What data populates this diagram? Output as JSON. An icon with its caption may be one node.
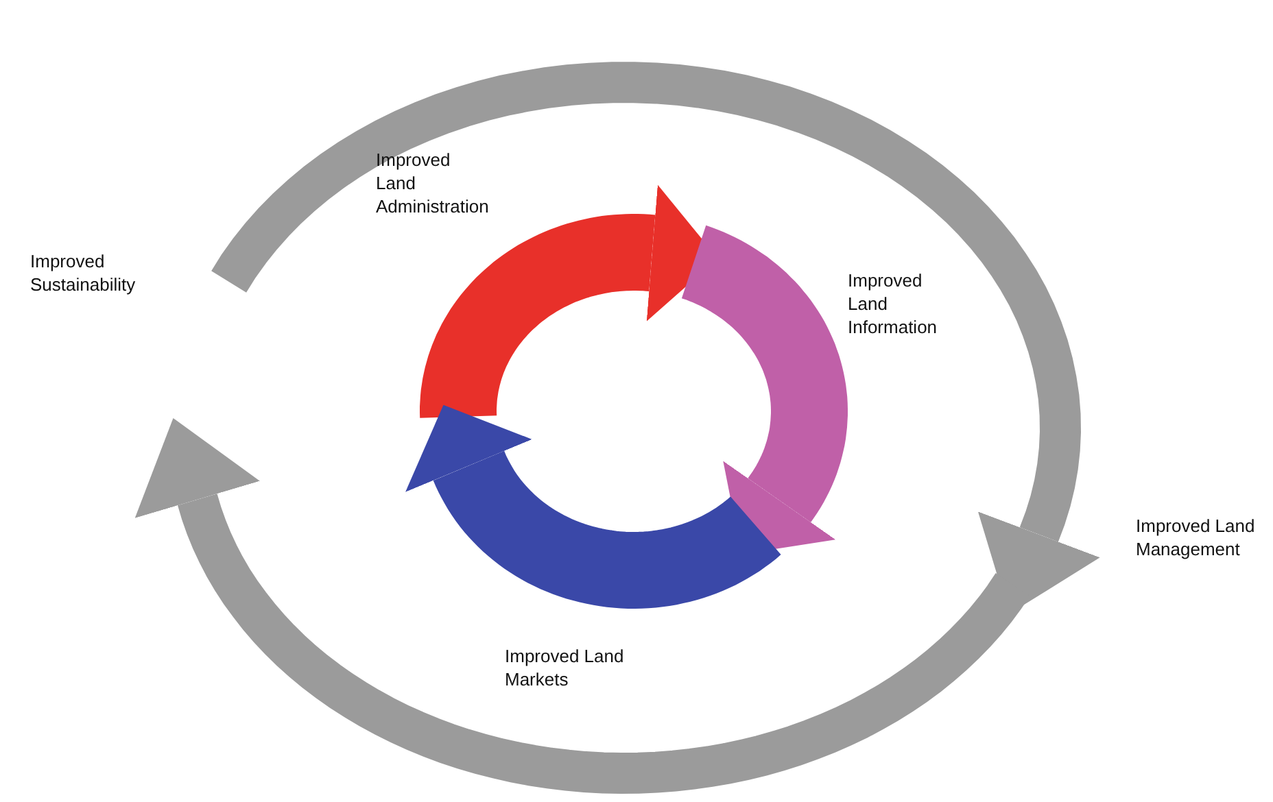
{
  "diagram": {
    "labels": [
      "Improved Land Administration",
      "Improved Sustainability",
      "Improved Land Information",
      "Improved Land Management",
      "Improved Land Markets"
    ]
  }
}
